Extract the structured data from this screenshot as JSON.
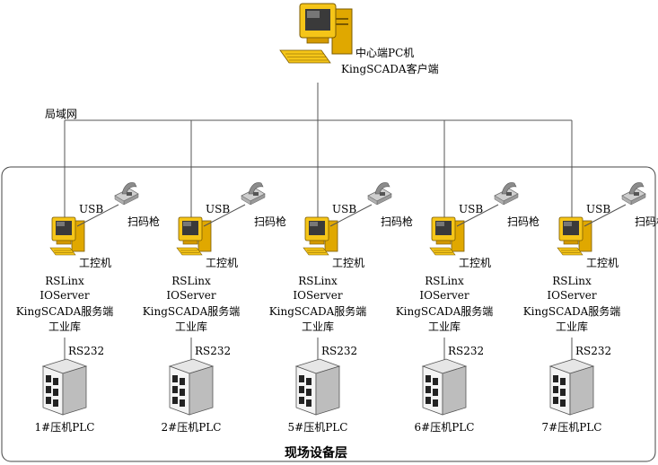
{
  "central": {
    "line1": "中心端PC机",
    "line2": "KingSCADA客户端"
  },
  "network_label": "局域网",
  "field_layer_title": "现场设备层",
  "station_common": {
    "usb": "USB",
    "scanner": "扫码枪",
    "ipc": "工控机",
    "sw1": "RSLinx",
    "sw2": "IOServer",
    "sw3": "KingSCADA服务端",
    "sw4": "工业库",
    "rs232": "RS232"
  },
  "plcs": [
    {
      "label": "1#压机PLC"
    },
    {
      "label": "2#压机PLC"
    },
    {
      "label": "5#压机PLC"
    },
    {
      "label": "6#压机PLC"
    },
    {
      "label": "7#压机PLC"
    }
  ],
  "colors": {
    "computer_yellow": "#f5c518",
    "computer_dark": "#d49a00",
    "screen": "#3a3a3a",
    "server_gray": "#bdbdbd",
    "line": "#555555"
  }
}
